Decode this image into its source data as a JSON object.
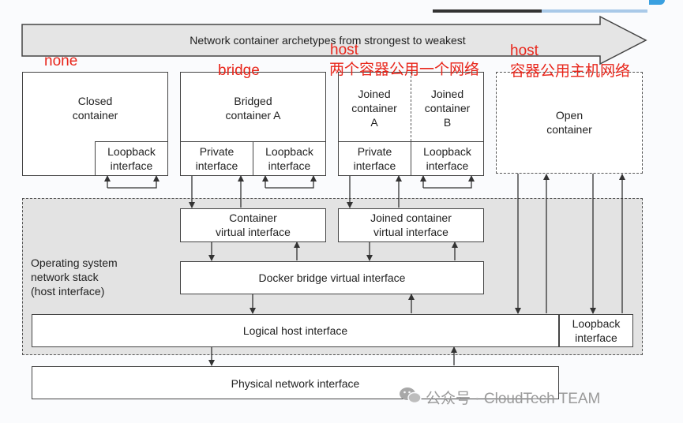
{
  "top_arrow": "Network container archetypes from strongest to weakest",
  "red_labels": {
    "none": "none",
    "bridge": "bridge",
    "host1": "host",
    "host1_cn": "两个容器公用一个网络",
    "host2": "host",
    "host2_cn": "容器公用主机网络"
  },
  "closed": {
    "title": "Closed\ncontainer",
    "loopback": "Loopback\ninterface"
  },
  "bridged": {
    "title": "Bridged\ncontainer A",
    "private": "Private\ninterface",
    "loopback": "Loopback\ninterface"
  },
  "joined": {
    "a": "Joined\ncontainer\nA",
    "b": "Joined\ncontainer\nB",
    "private": "Private\ninterface",
    "loopback": "Loopback\ninterface"
  },
  "open": {
    "title": "Open\ncontainer"
  },
  "container_virtual": "Container\nvirtual interface",
  "joined_virtual": "Joined container\nvirtual interface",
  "os_stack": "Operating system\nnetwork stack\n(host interface)",
  "docker_bridge": "Docker bridge virtual interface",
  "logical_host": "Logical host interface",
  "host_loopback": "Loopback\ninterface",
  "physical": "Physical network interface",
  "watermark": "公众号 · CloudTech TEAM"
}
